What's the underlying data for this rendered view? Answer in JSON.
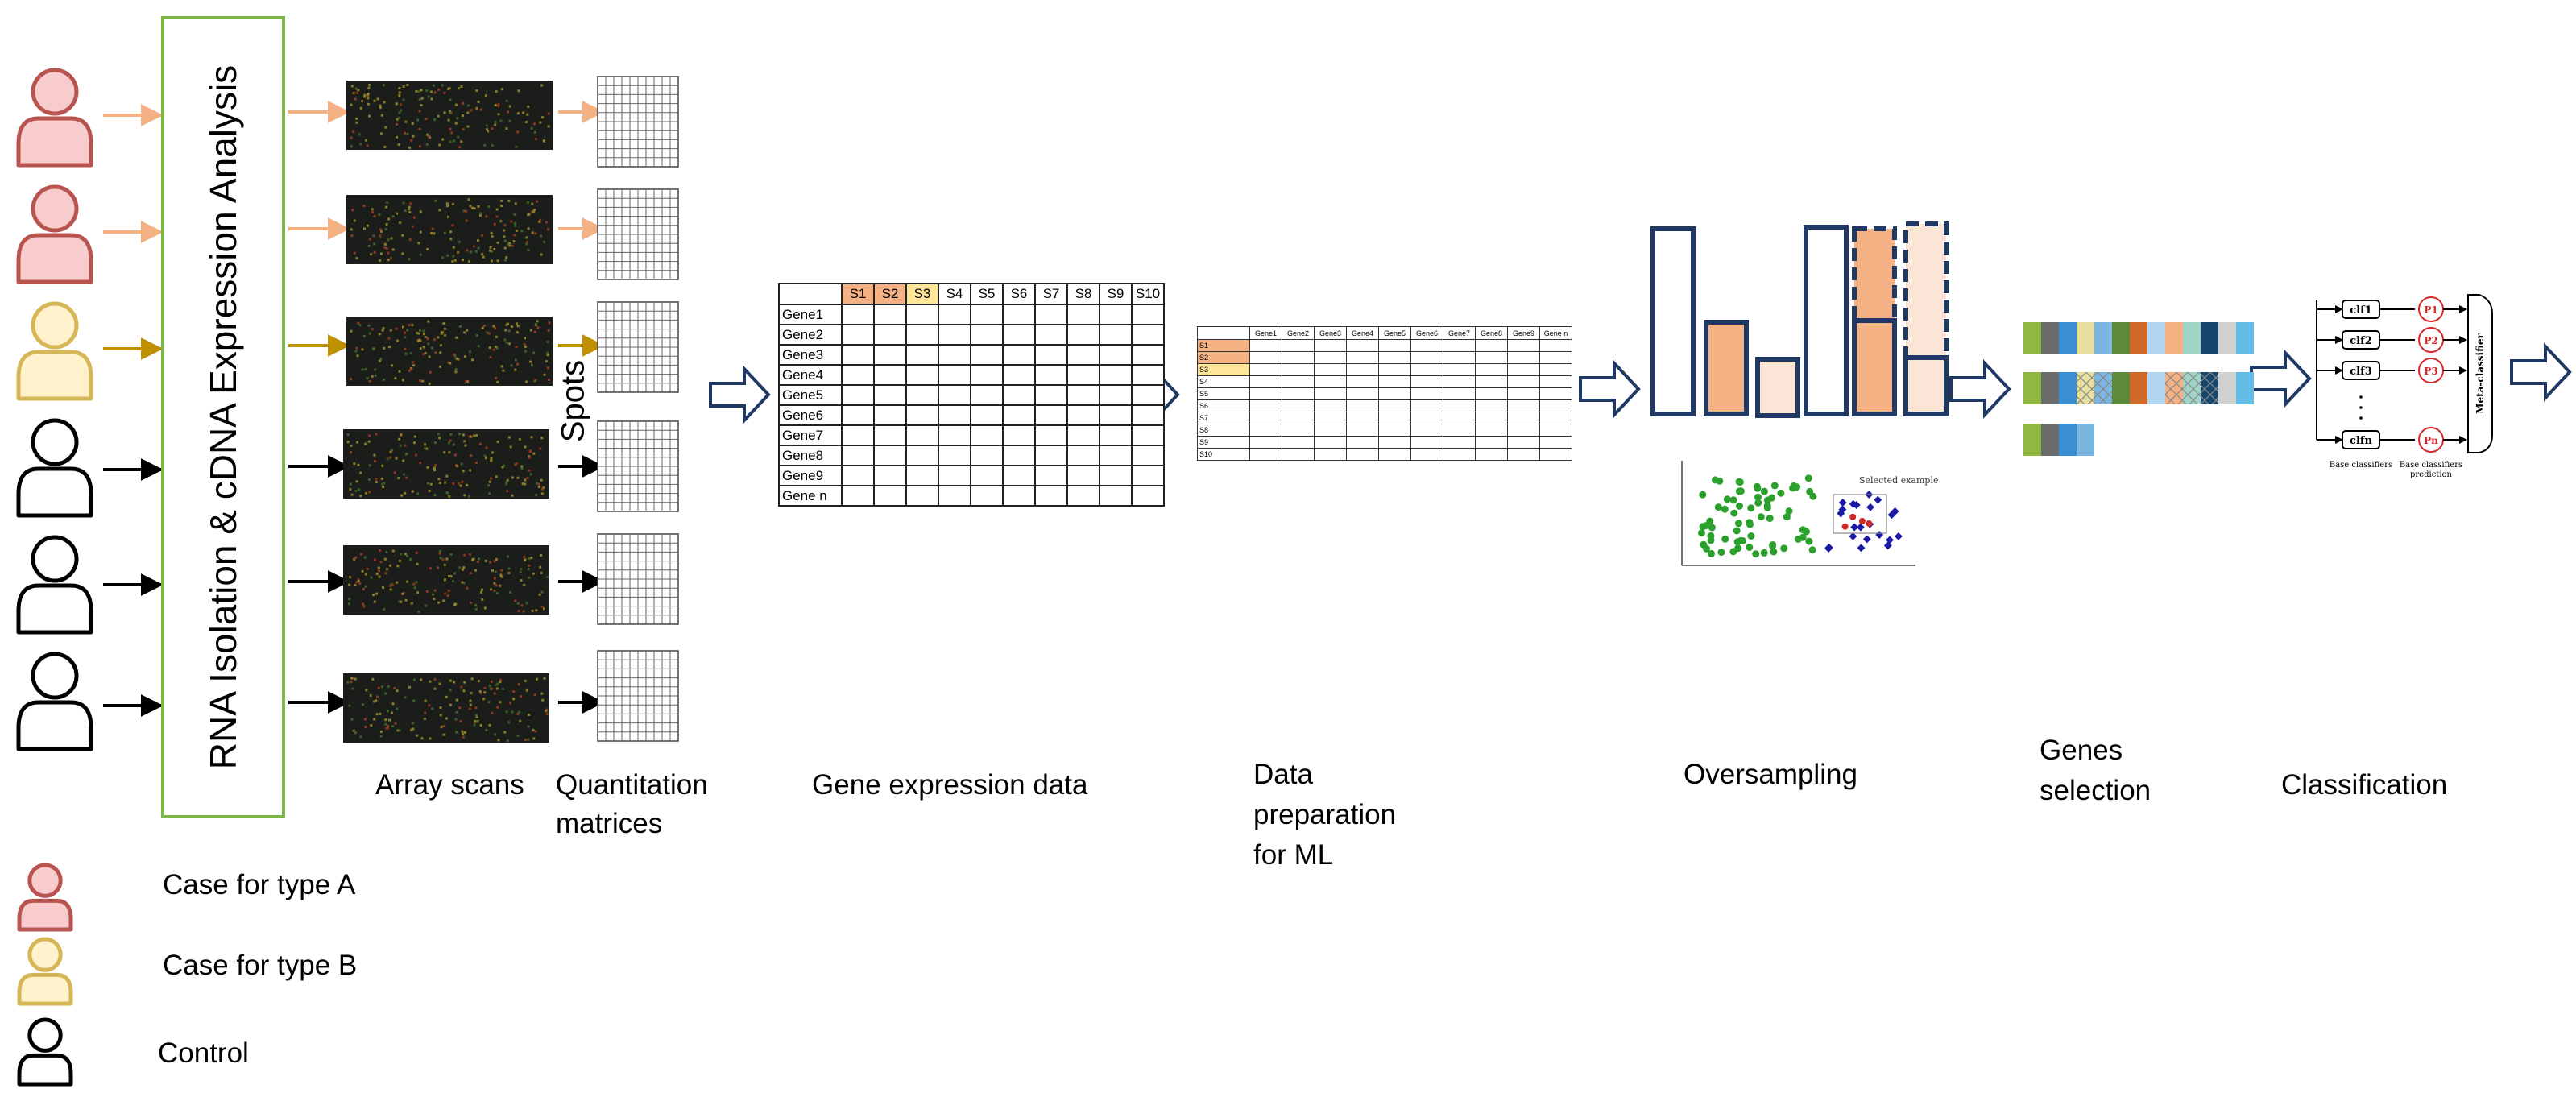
{
  "figure": {
    "left_panel": {
      "rna_label": "RNA Isolation & cDNA Expression Analysis",
      "spots_label": "Spots"
    },
    "stage_labels": {
      "array_scans": "Array scans",
      "quant_line1": "Quantitation",
      "quant_line2": "matrices",
      "gene_expression": "Gene expression data",
      "prep_line1": "Data",
      "prep_line2": "preparation",
      "prep_line3": "for ML",
      "oversampling": "Oversampling",
      "genes_line1": "Genes",
      "genes_line2": "selection",
      "classification": "Classification"
    },
    "legend": {
      "type_a": "Case for type A",
      "type_b": "Case for type B",
      "control": "Control"
    },
    "gene_table": {
      "columns": [
        "S1",
        "S2",
        "S3",
        "S4",
        "S5",
        "S6",
        "S7",
        "S8",
        "S9",
        "S10"
      ],
      "rows": [
        "Gene1",
        "Gene2",
        "Gene3",
        "Gene4",
        "Gene5",
        "Gene6",
        "Gene7",
        "Gene8",
        "Gene9",
        "Gene n"
      ]
    },
    "prep_table": {
      "columns": [
        "Gene1",
        "Gene2",
        "Gene3",
        "Gene4",
        "Gene5",
        "Gene6",
        "Gene7",
        "Gene8",
        "Gene9",
        "Gene n"
      ],
      "rows": [
        "S1",
        "S2",
        "S3",
        "S4",
        "S5",
        "S6",
        "S7",
        "S8",
        "S9",
        "S10"
      ]
    },
    "classifier": {
      "classifiers": [
        "clf1",
        "clf2",
        "clf3",
        "clfn"
      ],
      "predictions": [
        "P1",
        "P2",
        "P3",
        "Pn"
      ],
      "meta_label": "Meta-classifier",
      "base_label": "Base classifiers",
      "pred_line1": "Base classifiers",
      "pred_line2": "prediction"
    },
    "scatter_annotation": "Selected example",
    "colors": {
      "type_a_fill": "#f8cccc",
      "type_a_stroke": "#b85450",
      "type_b_fill": "#fff2cc",
      "type_b_stroke": "#d6b656",
      "control_stroke": "#000000",
      "arrow_a": "#f4b183",
      "arrow_b": "#bf9000",
      "rna_border": "#7ab648",
      "outline_arrow": "#1f3864",
      "cell_s1": "#f4b183",
      "cell_s2": "#f4b183",
      "cell_s3": "#ffe699",
      "bar_dark": "#f4b183",
      "bar_light": "#fbe5d6",
      "scatter_green": "#2ca02c",
      "scatter_blue": "#1a1aa6",
      "pred_red": "#d62728"
    }
  }
}
